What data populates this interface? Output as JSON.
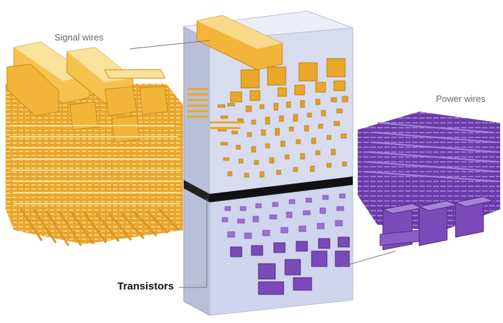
{
  "labels": {
    "signal_wires": "Signal wires",
    "power_wires": "Power wires",
    "transistors": "Transistors"
  },
  "colors": {
    "signal_fill": "#f2b53a",
    "signal_light": "#f8d98a",
    "signal_dark": "#c88a18",
    "power_fill": "#7a4bb8",
    "power_light": "#a884d8",
    "power_dark": "#4e2a86",
    "block_face": "#d8dcee",
    "block_side": "#b9bfd9",
    "block_top": "#eceef8",
    "separator": "#111111",
    "leader_line": "#777777",
    "label_text": "#666666",
    "label_bold": "#111111"
  }
}
